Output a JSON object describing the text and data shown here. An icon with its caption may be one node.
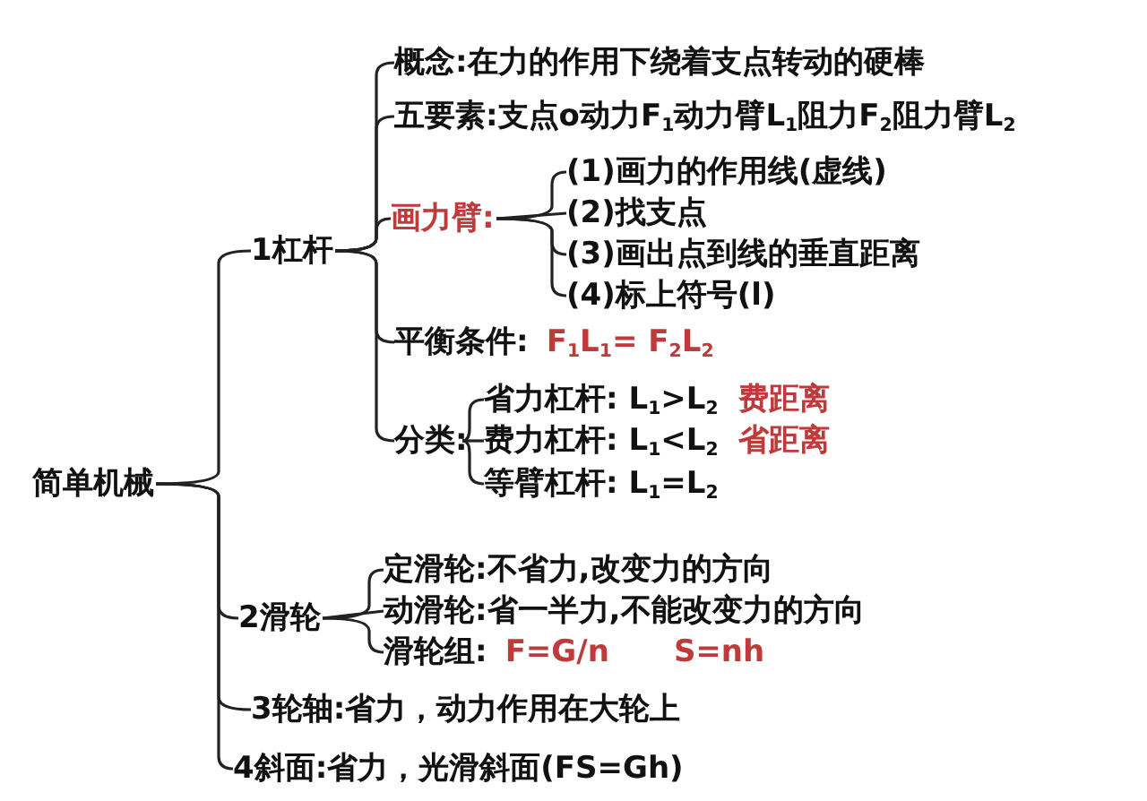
{
  "diagram": {
    "nodes": [
      {
        "text": [
          "简单机械"
        ]
      },
      {
        "text": [
          "1杠杆"
        ]
      },
      {
        "text": [
          "概念:在力的作用下绕着支点转动的硬棒"
        ]
      },
      {
        "text": [
          "五要素:支点o动力F$_{1}$动力臂L$_{1}$阻力F$_{2}$阻力臂L$_{2}$"
        ]
      },
      {
        "text": [
          "画力臂:"
        ]
      },
      {
        "text": [
          "(1)画力的作用线(虚线)"
        ]
      },
      {
        "text": [
          "(2)找支点"
        ]
      },
      {
        "text": [
          "(3)画出点到线的垂直距离"
        ]
      },
      {
        "text": [
          "(4)标上符号(l)"
        ]
      },
      {
        "text": [
          "平衡条件:",
          "F$_{1}$L$_{1}$= F$_{2}$L$_{2}$"
        ]
      },
      {
        "text": [
          "分类:"
        ]
      },
      {
        "text": [
          "省力杠杆: L$_{1}$>L$_{2}$"
        ],
        "beside": [
          "费距离"
        ]
      },
      {
        "text": [
          "费力杠杆: L$_{1}$<L$_{2}$"
        ],
        "beside": [
          "省距离"
        ]
      },
      {
        "text": [
          "等臂杠杆: L$_{1}$=L$_{2}$"
        ]
      },
      {
        "text": [
          "2滑轮"
        ]
      },
      {
        "text": [
          "定滑轮:不省力,改变力的方向"
        ]
      },
      {
        "text": [
          "动滑轮:省一半力,不能改变力的方向"
        ]
      },
      {
        "text": [
          "滑轮组:",
          "F=G/n",
          "S=nh"
        ]
      },
      {
        "text": [
          "3轮轴:省力，动力作用在大轮上"
        ]
      },
      {
        "text": [
          "4斜面:省力，光滑斜面(FS=Gh)"
        ]
      }
    ],
    "edges": [
      {
        "from": 0,
        "to": 1,
        "arrow": "none"
      },
      {
        "from": 0,
        "to": 14,
        "arrow": "none"
      },
      {
        "from": 0,
        "to": 18,
        "arrow": "none"
      },
      {
        "from": 0,
        "to": 19,
        "arrow": "none"
      },
      {
        "from": 1,
        "to": 2,
        "arrow": "none"
      },
      {
        "from": 1,
        "to": 3,
        "arrow": "none"
      },
      {
        "from": 1,
        "to": 4,
        "arrow": "none"
      },
      {
        "from": 1,
        "to": 9,
        "arrow": "none"
      },
      {
        "from": 1,
        "to": 10,
        "arrow": "none"
      },
      {
        "from": 4,
        "to": 5,
        "arrow": "none"
      },
      {
        "from": 4,
        "to": 6,
        "arrow": "none"
      },
      {
        "from": 4,
        "to": 7,
        "arrow": "none"
      },
      {
        "from": 4,
        "to": 8,
        "arrow": "none"
      },
      {
        "from": 10,
        "to": 11,
        "arrow": "none"
      },
      {
        "from": 10,
        "to": 12,
        "arrow": "none"
      },
      {
        "from": 10,
        "to": 13,
        "arrow": "none"
      },
      {
        "from": 14,
        "to": 15,
        "arrow": "none"
      },
      {
        "from": 14,
        "to": 16,
        "arrow": "none"
      },
      {
        "from": 14,
        "to": 17,
        "arrow": "none"
      }
    ]
  }
}
